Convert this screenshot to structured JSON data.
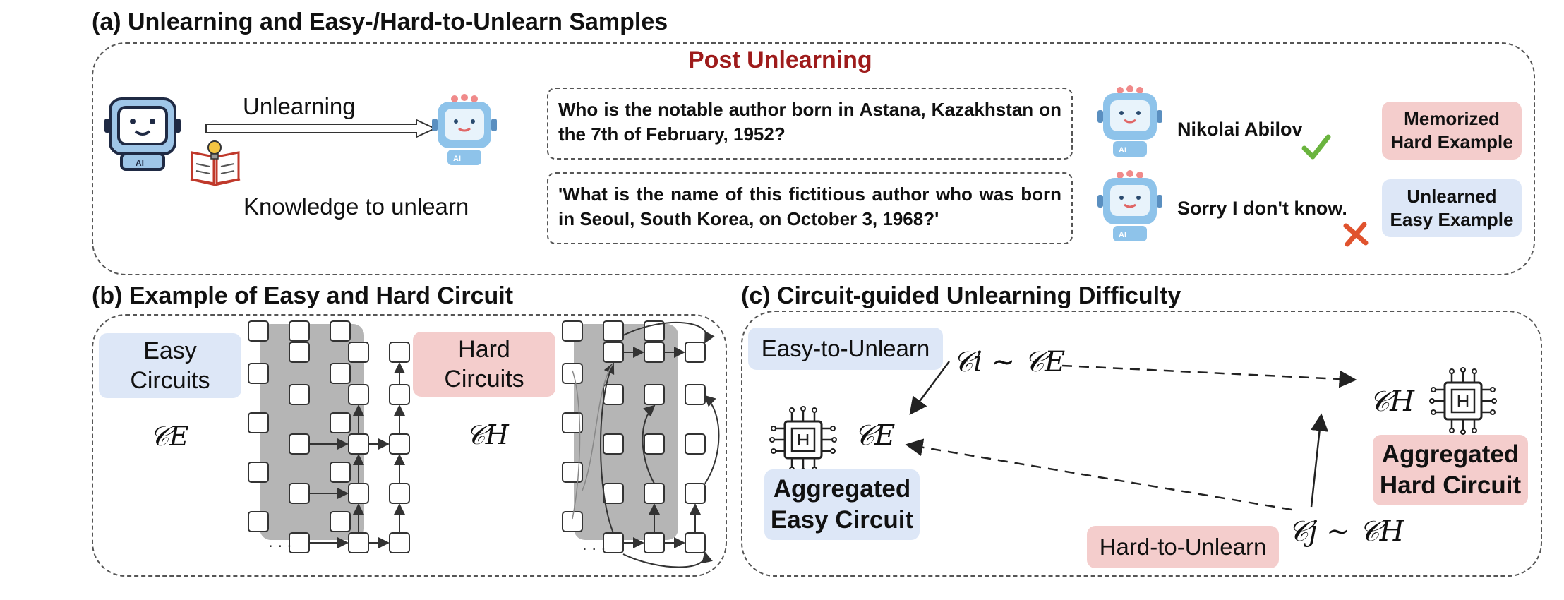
{
  "panel_a": {
    "title": "(a) Unlearning and Easy-/Hard-to-Unlearn Samples",
    "post_title": "Post Unlearning",
    "unlearning_label": "Unlearning",
    "knowledge_label": "Knowledge to unlearn",
    "question_1": "Who is the notable author born in Astana, Kazakhstan on the 7th of February, 1952?",
    "question_2": "'What is the name of this fictitious author who was born in Seoul, South Korea, on October 3, 1968?'",
    "answer_1": "Nikolai Abilov",
    "answer_2": "Sorry I don't know.",
    "tag_hard_1": "Memorized",
    "tag_hard_2": "Hard Example",
    "tag_easy_1": "Unlearned",
    "tag_easy_2": "Easy Example",
    "robot_badge": "AI"
  },
  "panel_b": {
    "title": "(b) Example of Easy and Hard Circuit",
    "easy_1": "Easy",
    "easy_2": "Circuits",
    "hard_1": "Hard",
    "hard_2": "Circuits",
    "easy_symbol": "𝒞E",
    "hard_symbol": "𝒞H"
  },
  "panel_c": {
    "title": "(c) Circuit-guided Unlearning Difficulty",
    "easy_tag": "Easy-to-Unlearn",
    "hard_tag": "Hard-to-Unlearn",
    "ci_expr": "𝒞i ∼ 𝒞E",
    "cj_expr": "𝒞j ∼ 𝒞H",
    "ce_symbol": "𝒞E",
    "ch_symbol": "𝒞H",
    "agg_easy_1": "Aggregated",
    "agg_easy_2": "Easy Circuit",
    "agg_hard_1": "Aggregated",
    "agg_hard_2": "Hard Circuit"
  },
  "colors": {
    "post_title": "#9e1b1b",
    "pink_tag": "#f4cdcc",
    "blue_tag": "#dde7f7",
    "check": "#6ab43e",
    "cross": "#e0532e",
    "shade": "#b5b5b5"
  },
  "icons": [
    "robot-icon",
    "book-icon",
    "lightbulb-icon",
    "check-icon",
    "cross-icon",
    "chip-icon"
  ]
}
